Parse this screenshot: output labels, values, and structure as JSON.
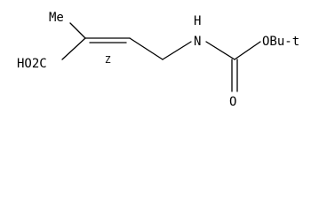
{
  "molecule": {
    "labels": {
      "methyl": "Me",
      "acid": "HO2C",
      "nh": "H",
      "n": "N",
      "carbonyl_o": "O",
      "ester_o": "OBu-t",
      "stereo": "Z"
    }
  }
}
